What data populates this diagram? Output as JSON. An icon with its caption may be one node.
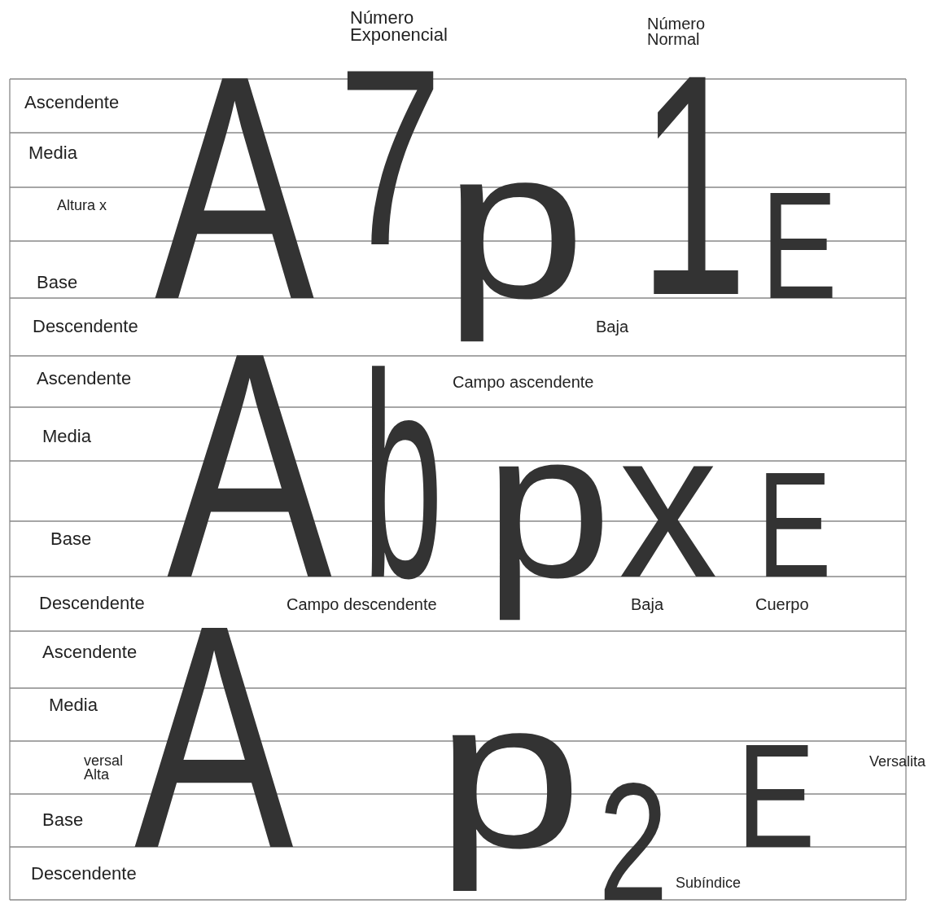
{
  "diagram": {
    "labels": [
      "Número Exponencial",
      "Número Normal",
      "Ascendente",
      "A",
      "7",
      "1",
      "Media",
      "Altura x",
      "p",
      "E",
      "Base",
      "Descendente",
      "Baja",
      "Ascendente",
      "A",
      "b",
      "Campo ascendente",
      "Media",
      "p",
      "x",
      "E",
      "Base",
      "Descendente",
      "Campo descendente",
      "Baja",
      "Cuerpo",
      "Ascendente",
      "A",
      "Media",
      "p",
      "2",
      "E",
      "versal Alta",
      "Versalita",
      "Base",
      "Descendente",
      "Subíndice"
    ]
  }
}
